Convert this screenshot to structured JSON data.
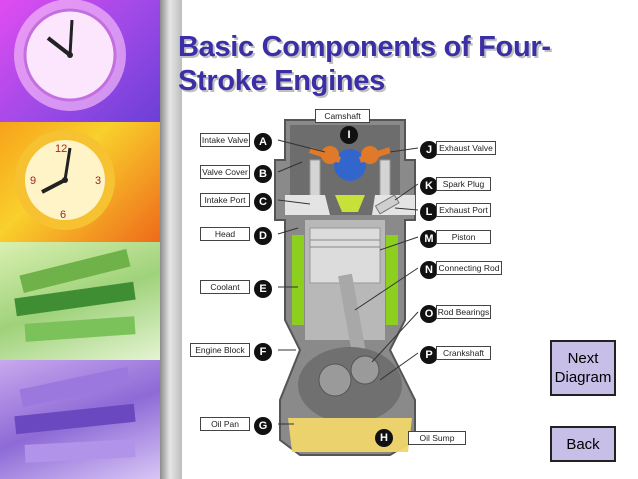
{
  "slide": {
    "title": "Basic Components of Four-Stroke Engines"
  },
  "diagram": {
    "labels_left": [
      {
        "key": "intake_valve",
        "text": "Intake Valve",
        "letter": "A"
      },
      {
        "key": "valve_cover",
        "text": "Valve Cover",
        "letter": "B"
      },
      {
        "key": "intake_port",
        "text": "Intake Port",
        "letter": "C"
      },
      {
        "key": "head",
        "text": "Head",
        "letter": "D"
      },
      {
        "key": "coolant",
        "text": "Coolant",
        "letter": "E"
      },
      {
        "key": "engine_block",
        "text": "Engine Block",
        "letter": "F"
      },
      {
        "key": "oil_pan",
        "text": "Oil Pan",
        "letter": "G"
      }
    ],
    "labels_right": [
      {
        "key": "camshaft",
        "text": "Camshaft",
        "letter": "I"
      },
      {
        "key": "exhaust_valve",
        "text": "Exhaust Valve",
        "letter": "J"
      },
      {
        "key": "spark_plug",
        "text": "Spark Plug",
        "letter": "K"
      },
      {
        "key": "exhaust_port",
        "text": "Exhaust Port",
        "letter": "L"
      },
      {
        "key": "piston",
        "text": "Piston",
        "letter": "M"
      },
      {
        "key": "connecting_rod",
        "text": "Connecting Rod",
        "letter": "N"
      },
      {
        "key": "rod_bearings",
        "text": "Rod Bearings",
        "letter": "O"
      },
      {
        "key": "crankshaft",
        "text": "Crankshaft",
        "letter": "P"
      },
      {
        "key": "oil_sump",
        "text": "Oil Sump",
        "letter": "H"
      }
    ]
  },
  "nav": {
    "next_label": "Next Diagram",
    "back_label": "Back"
  },
  "colors": {
    "title": "#3c2fa6",
    "button_bg": "#c8bfe8",
    "coolant": "#8ccf1e",
    "oil": "#f0d66a"
  }
}
